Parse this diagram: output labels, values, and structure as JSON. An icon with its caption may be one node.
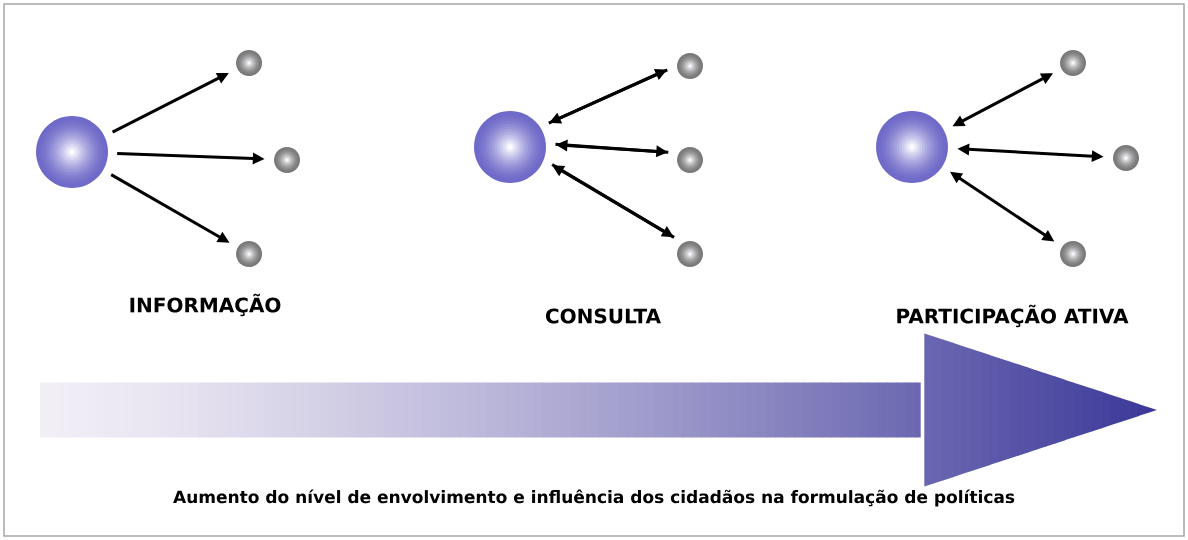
{
  "diagram": {
    "nodes": [
      {
        "text": [],
        "shape": "circle"
      },
      {
        "text": [],
        "shape": "circle"
      },
      {
        "text": [],
        "shape": "circle"
      },
      {
        "text": [],
        "shape": "circle"
      },
      {
        "text": [],
        "shape": "circle"
      },
      {
        "text": [],
        "shape": "circle"
      },
      {
        "text": [],
        "shape": "circle"
      },
      {
        "text": [],
        "shape": "circle"
      },
      {
        "text": [],
        "shape": "circle"
      },
      {
        "text": [],
        "shape": "circle"
      },
      {
        "text": [],
        "shape": "circle"
      },
      {
        "text": [],
        "shape": "circle"
      }
    ],
    "edges": [
      {
        "from": 0,
        "to": 1,
        "arrow": "to"
      },
      {
        "from": 0,
        "to": 2,
        "arrow": "to"
      },
      {
        "from": 0,
        "to": 3,
        "arrow": "to"
      },
      {
        "from": 4,
        "to": 5,
        "arrow": "to"
      },
      {
        "from": 5,
        "to": 4,
        "arrow": "to"
      },
      {
        "from": 4,
        "to": 6,
        "arrow": "to"
      },
      {
        "from": 6,
        "to": 4,
        "arrow": "to"
      },
      {
        "from": 4,
        "to": 7,
        "arrow": "to"
      },
      {
        "from": 7,
        "to": 4,
        "arrow": "to"
      },
      {
        "from": 8,
        "to": 9,
        "arrow": "both"
      },
      {
        "from": 8,
        "to": 10,
        "arrow": "both"
      },
      {
        "from": 8,
        "to": 11,
        "arrow": "both"
      }
    ],
    "labels": [
      "INFORMAÇÃO",
      "CONSULTA",
      "PARTICIPAÇÃO ATIVA",
      "Aumento do nível de envolvimento e influência dos cidadãos na formulação de políticas"
    ]
  }
}
